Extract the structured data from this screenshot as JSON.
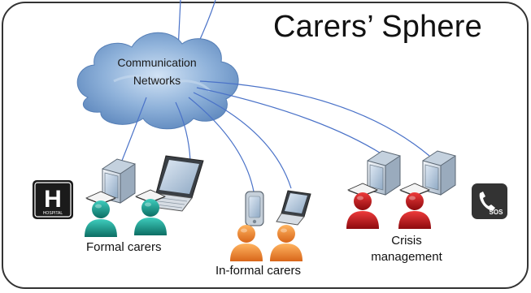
{
  "title": "Carers’ Sphere",
  "cloud": {
    "line1": "Communication",
    "line2": "Networks"
  },
  "groups": [
    {
      "label": "Formal carers",
      "color": "#1a9a8c"
    },
    {
      "label": "In-formal carers",
      "color": "#f08a2a"
    },
    {
      "label_line1": "Crisis",
      "label_line2": "management",
      "color": "#c0141a"
    }
  ],
  "icons": {
    "hospital": {
      "letter": "H",
      "caption": "HOSPITAL"
    },
    "emergency": {
      "caption": "SOS"
    }
  },
  "colors": {
    "link": "#4a72c8",
    "cloud": "#6f98c9",
    "frame": "#333333"
  }
}
